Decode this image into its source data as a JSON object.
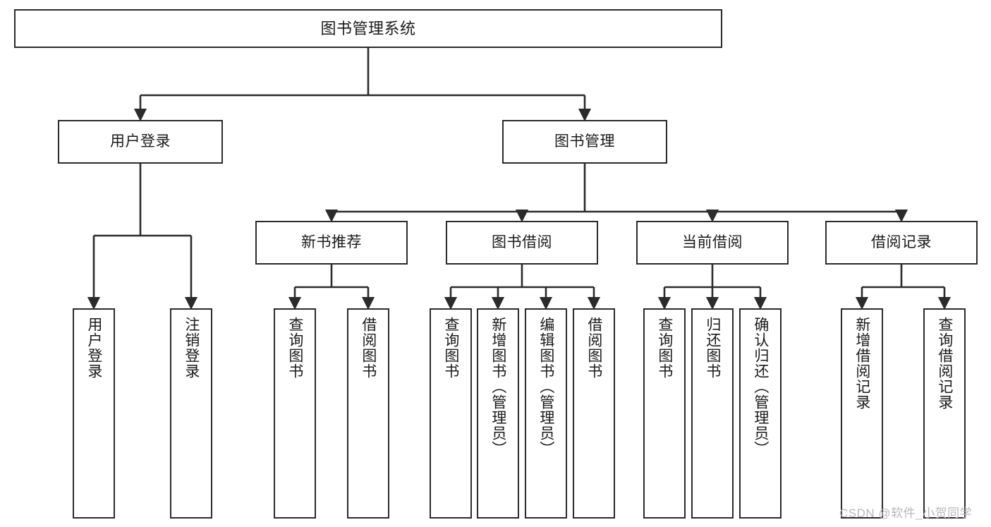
{
  "diagram": {
    "title": "图书管理系统",
    "type": "functional-structure-tree",
    "watermark": "CSDN @软件_小贺同学",
    "colors": {
      "background": "#ffffff",
      "box_border": "#2b2b2b",
      "box_fill": "#ffffff",
      "text": "#1a1a1a",
      "edge": "#2b2b2b",
      "watermark": "#b9b9b9"
    },
    "levels": {
      "root": {
        "label": "图书管理系统"
      },
      "level2": [
        {
          "id": "n-user-login",
          "label": "用户登录"
        },
        {
          "id": "n-book-manage",
          "label": "图书管理"
        }
      ],
      "level3": [
        {
          "id": "n-new-book-rec",
          "label": "新书推荐"
        },
        {
          "id": "n-book-borrow",
          "label": "图书借阅"
        },
        {
          "id": "n-current-borrow",
          "label": "当前借阅"
        },
        {
          "id": "n-borrow-record",
          "label": "借阅记录"
        }
      ],
      "leaves": [
        {
          "id": "leaf-user-login",
          "label": "用户登录",
          "parent": "n-user-login"
        },
        {
          "id": "leaf-logout",
          "label": "注销登录",
          "parent": "n-user-login"
        },
        {
          "id": "leaf-query-book-a",
          "label": "查询图书",
          "parent": "n-new-book-rec"
        },
        {
          "id": "leaf-borrow-book-a",
          "label": "借阅图书",
          "parent": "n-new-book-rec"
        },
        {
          "id": "leaf-query-book-b",
          "label": "查询图书",
          "parent": "n-book-borrow"
        },
        {
          "id": "leaf-add-book",
          "label": "新增图书（管理员）",
          "parent": "n-book-borrow"
        },
        {
          "id": "leaf-edit-book",
          "label": "编辑图书（管理员）",
          "parent": "n-book-borrow"
        },
        {
          "id": "leaf-borrow-book-b",
          "label": "借阅图书",
          "parent": "n-book-borrow"
        },
        {
          "id": "leaf-query-book-c",
          "label": "查询图书",
          "parent": "n-current-borrow"
        },
        {
          "id": "leaf-return-book",
          "label": "归还图书",
          "parent": "n-current-borrow"
        },
        {
          "id": "leaf-confirm-return",
          "label": "确认归还（管理员）",
          "parent": "n-current-borrow"
        },
        {
          "id": "leaf-add-record",
          "label": "新增借阅记录",
          "parent": "n-borrow-record"
        },
        {
          "id": "leaf-query-record",
          "label": "查询借阅记录",
          "parent": "n-borrow-record"
        }
      ]
    }
  }
}
